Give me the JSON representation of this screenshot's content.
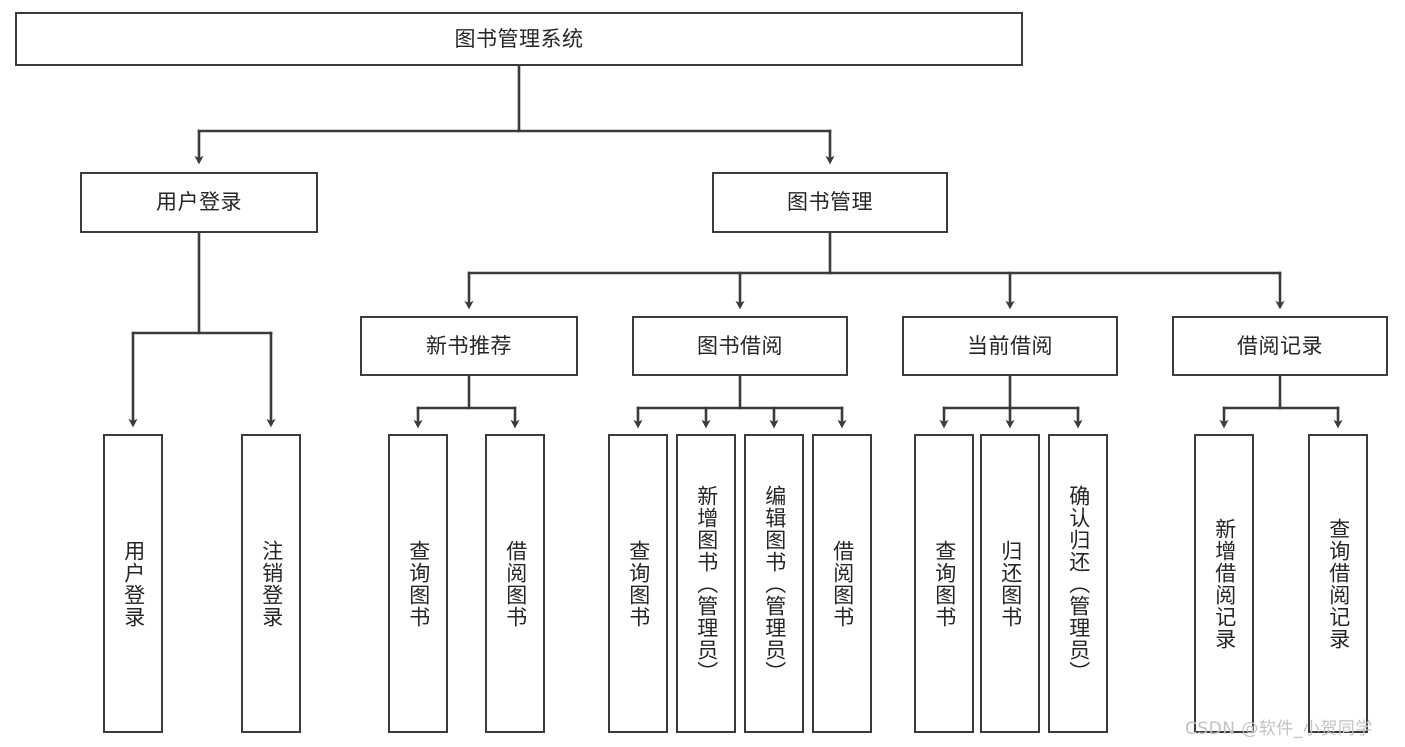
{
  "diagram": {
    "title": "图书管理系统",
    "root": {
      "id": "root",
      "label": "图书管理系统"
    },
    "level1": [
      {
        "id": "user-login",
        "label": "用户登录"
      },
      {
        "id": "book-management",
        "label": "图书管理"
      }
    ],
    "level2": [
      {
        "id": "new-book-recommend",
        "label": "新书推荐",
        "parent": "book-management"
      },
      {
        "id": "book-borrow",
        "label": "图书借阅",
        "parent": "book-management"
      },
      {
        "id": "current-borrow",
        "label": "当前借阅",
        "parent": "book-management"
      },
      {
        "id": "borrow-record",
        "label": "借阅记录",
        "parent": "book-management"
      }
    ],
    "leaves": [
      {
        "id": "leaf-user-login",
        "label": "用户登录",
        "parent": "user-login"
      },
      {
        "id": "leaf-logout",
        "label": "注销登录",
        "parent": "user-login"
      },
      {
        "id": "leaf-query-book-1",
        "label": "查询图书",
        "parent": "new-book-recommend"
      },
      {
        "id": "leaf-borrow-book-1",
        "label": "借阅图书",
        "parent": "new-book-recommend"
      },
      {
        "id": "leaf-query-book-2",
        "label": "查询图书",
        "parent": "book-borrow"
      },
      {
        "id": "leaf-add-book",
        "label": "新增图书（管理员）",
        "parent": "book-borrow"
      },
      {
        "id": "leaf-edit-book",
        "label": "编辑图书（管理员）",
        "parent": "book-borrow"
      },
      {
        "id": "leaf-borrow-book-2",
        "label": "借阅图书",
        "parent": "book-borrow"
      },
      {
        "id": "leaf-query-book-3",
        "label": "查询图书",
        "parent": "current-borrow"
      },
      {
        "id": "leaf-return-book",
        "label": "归还图书",
        "parent": "current-borrow"
      },
      {
        "id": "leaf-confirm-return",
        "label": "确认归还（管理员）",
        "parent": "current-borrow"
      },
      {
        "id": "leaf-add-record",
        "label": "新增借阅记录",
        "parent": "borrow-record"
      },
      {
        "id": "leaf-query-record",
        "label": "查询借阅记录",
        "parent": "borrow-record"
      }
    ]
  },
  "watermark": {
    "text": "CSDN @软件_小贺同学"
  },
  "colors": {
    "border": "#3b3b3b",
    "text": "#262626",
    "background": "#ffffff",
    "edge": "#3b3b3b",
    "watermark": "#c2c2c2"
  }
}
